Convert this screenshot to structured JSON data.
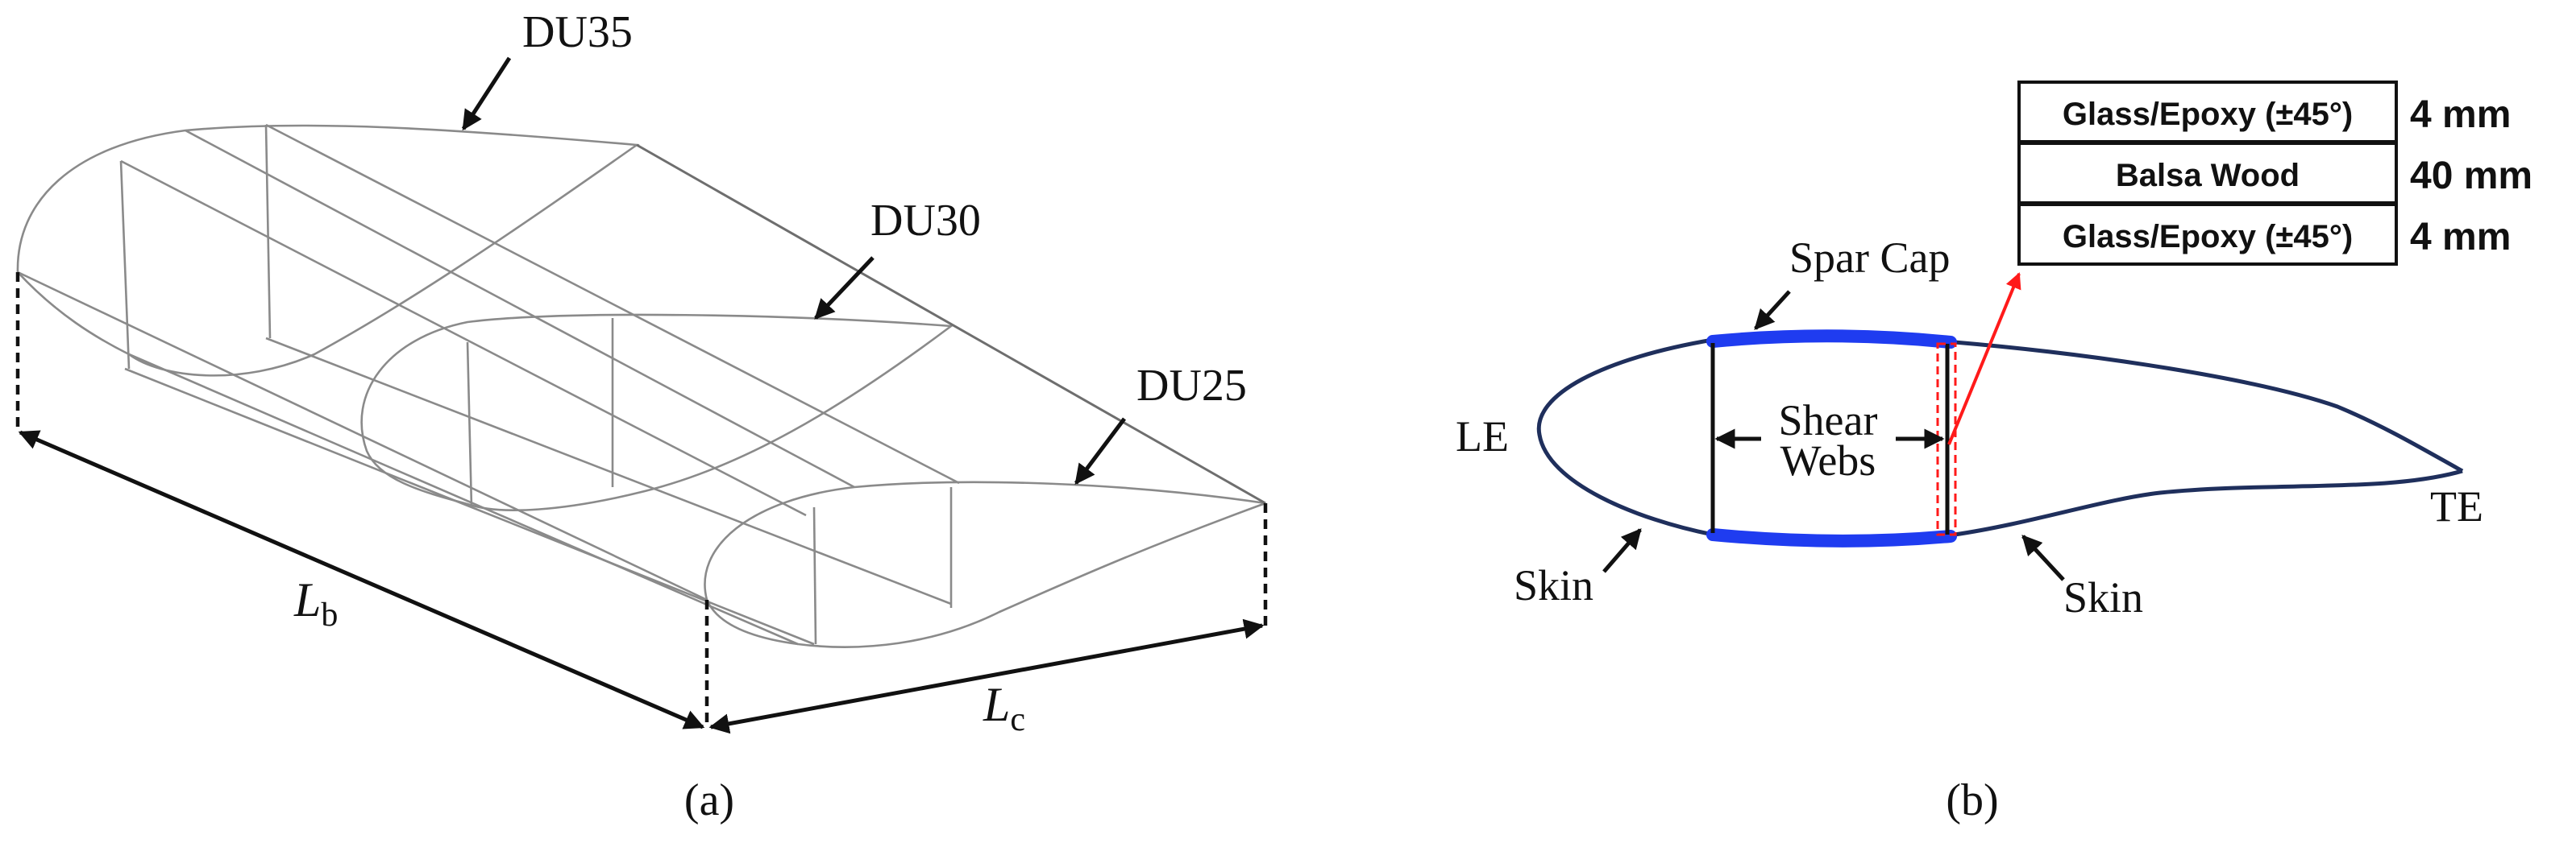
{
  "panel_a": {
    "label": "(a)",
    "sections": [
      "DU35",
      "DU30",
      "DU25"
    ],
    "dim_b_main": "L",
    "dim_b_sub": "b",
    "dim_c_main": "L",
    "dim_c_sub": "c"
  },
  "panel_b": {
    "label": "(b)",
    "le": "LE",
    "te": "TE",
    "spar_cap": "Spar Cap",
    "shear_webs_line1": "Shear",
    "shear_webs_line2": "Webs",
    "skin_left": "Skin",
    "skin_right": "Skin",
    "layup": [
      {
        "material": "Glass/Epoxy (±45°)",
        "thickness": "4 mm"
      },
      {
        "material": "Balsa Wood",
        "thickness": "40 mm"
      },
      {
        "material": "Glass/Epoxy (±45°)",
        "thickness": "4 mm"
      }
    ],
    "colors": {
      "spar_cap": "#1f3cf0",
      "highlight": "#ff1a1a",
      "skin": "#1f2f5c"
    }
  }
}
